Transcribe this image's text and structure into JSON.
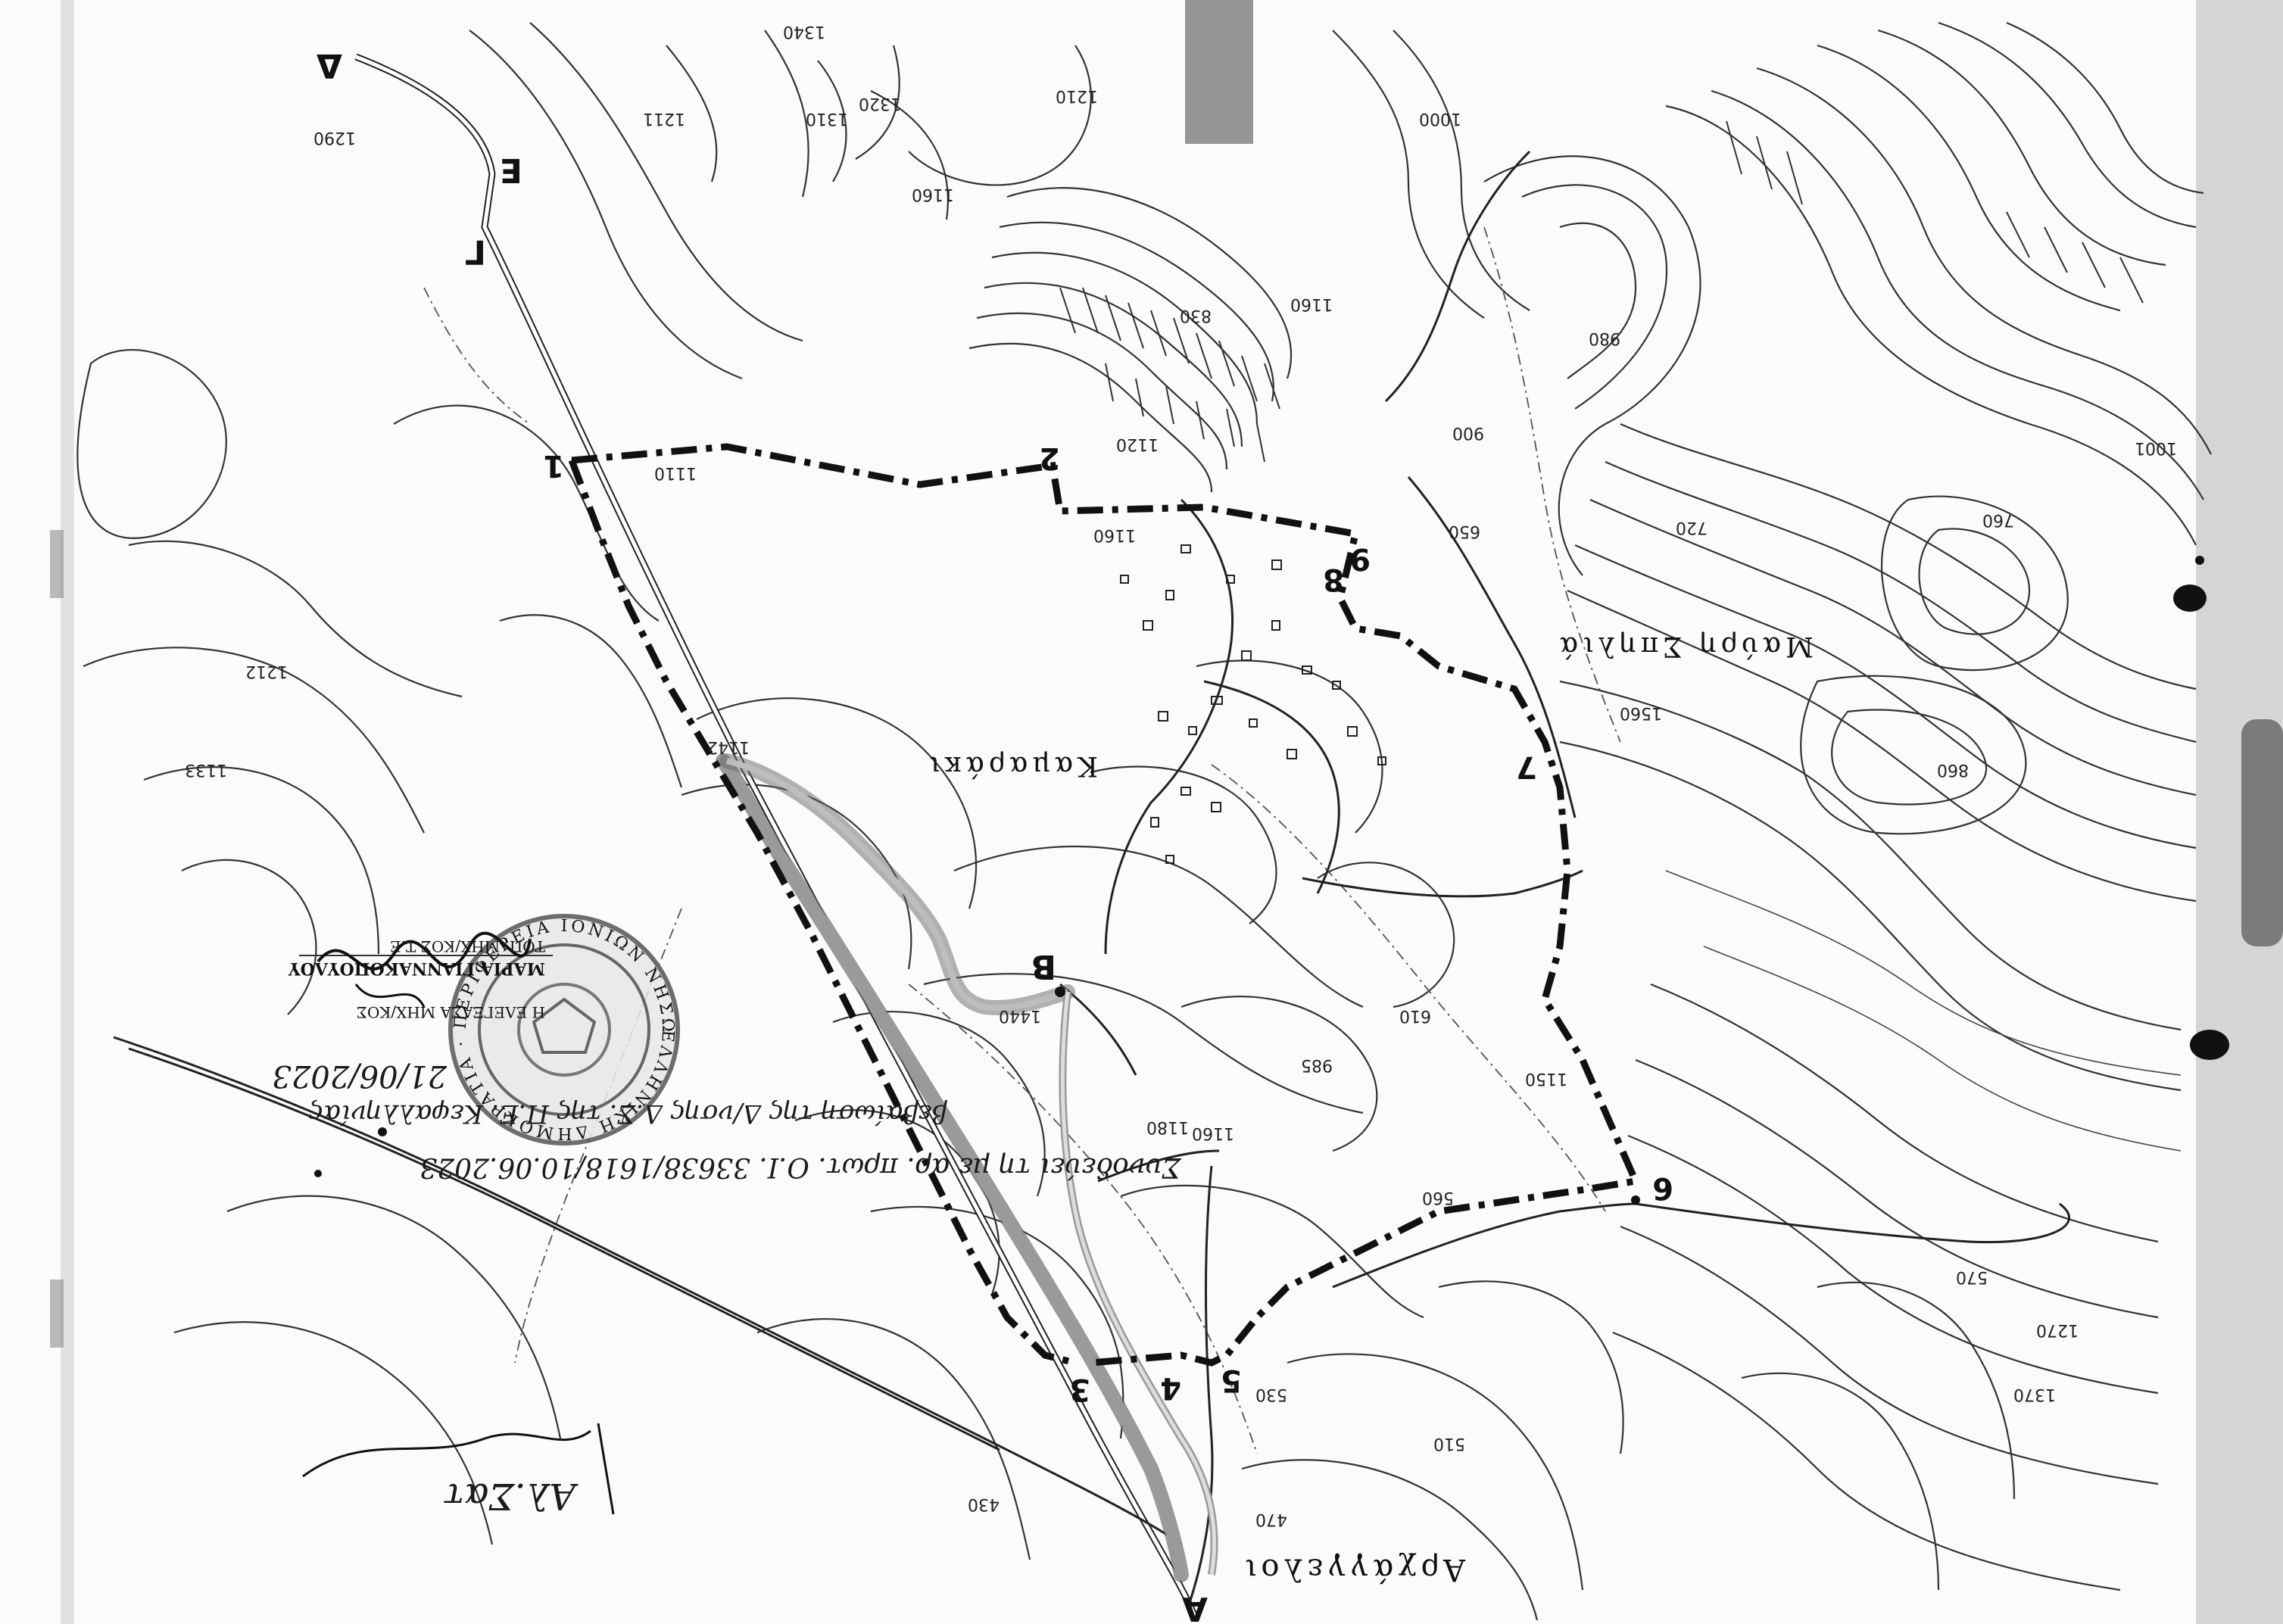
{
  "map": {
    "places": [
      {
        "id": "kamaraki",
        "label": "Καμαράκι"
      },
      {
        "id": "mavri-spilia",
        "label": "Μαύρη Σπηλιά"
      },
      {
        "id": "archangelos",
        "label": "Αρχάγγελοι"
      }
    ],
    "boundary_points": [
      "1",
      "2",
      "3",
      "4",
      "5",
      "6",
      "7",
      "8",
      "9"
    ],
    "road_points": [
      "Α",
      "Β",
      "Γ",
      "Δ",
      "Ε"
    ],
    "elevations": [
      "1212",
      "1210",
      "1290",
      "1340",
      "1320",
      "1310",
      "1211",
      "1160",
      "1110",
      "1000",
      "1001",
      "980",
      "900",
      "860",
      "830",
      "760",
      "720",
      "650",
      "610",
      "570",
      "560",
      "530",
      "510",
      "470",
      "430",
      "1160",
      "1150",
      "1370",
      "1270",
      "1180",
      "1142",
      "1160",
      "1133",
      "1120",
      "1440",
      "1560",
      "1160",
      "985"
    ],
    "stamp": {
      "ring_text": "ΕΛΛΗΝΙΚΗ ΔΗΜΟΚΡΑΤΙΑ · ΠΕΡΙΦΕΡΕΙΑ ΙΟΝΙΩΝ ΝΗΣΩΝ · ΚΡΑ",
      "line1": "Η ΕΛΕΓΞΑΣΑ ΜΗΧ/ΚΟΣ",
      "line2": "ΜΑΡΙΑ ΓΙΑΝΝΑΚΟΠΟΥΛΟΥ",
      "line3": "ΤΟΠ. ΜΗΧ/ΚΟΣ Τ.Ε"
    },
    "note_line1": "Συνοδεύει τη με αρ. πρωτ. Ο.Ι. 33638/1618/10.06.2023",
    "note_line2": "βεβαίωση της Δ/νσης Δ.Σ. της Π.Ε. Κεφαλληνίας",
    "note_date": "21/06/2023",
    "signature": "Αλ.Σατ"
  }
}
